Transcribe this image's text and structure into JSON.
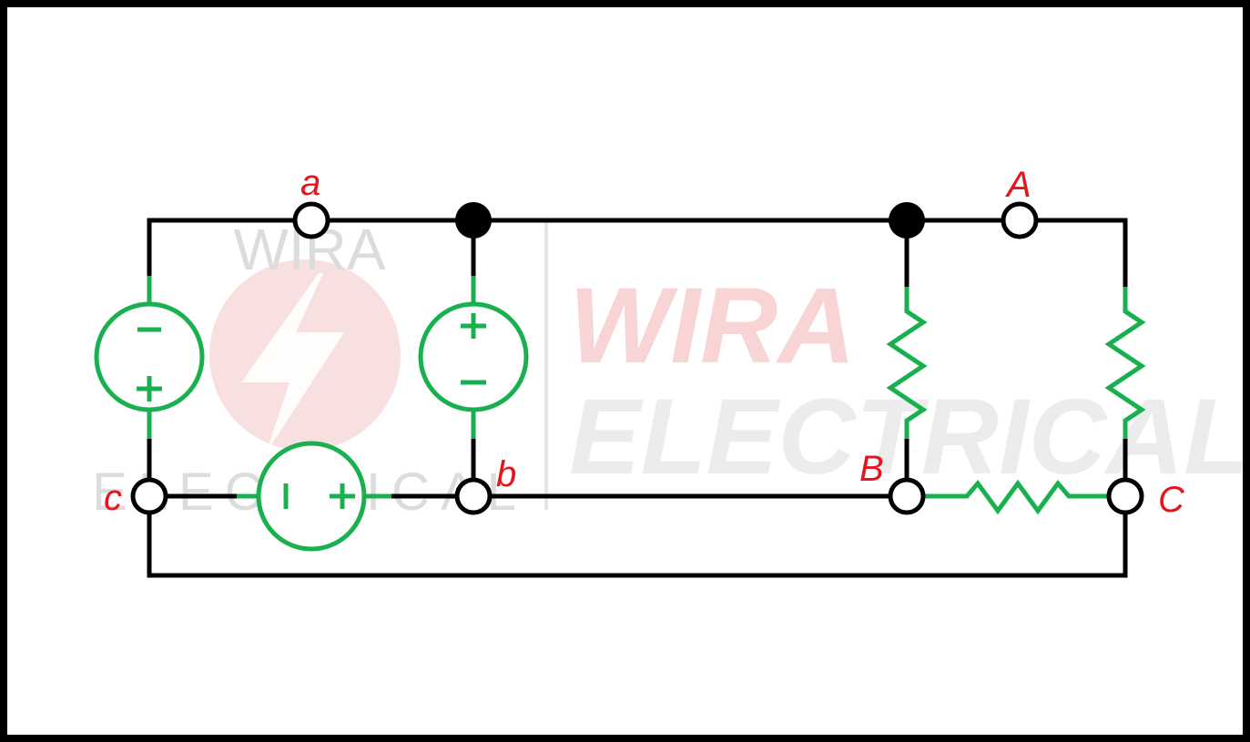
{
  "diagram": {
    "type": "circuit",
    "colors": {
      "frame": "#000000",
      "wire": "#000000",
      "component": "#1ab04f",
      "label": "#e8141b",
      "watermark_gray": "#d9d9d9",
      "watermark_red": "#f6c9c9"
    },
    "node_labels": {
      "a": "a",
      "b": "b",
      "c": "c",
      "A": "A",
      "B": "B",
      "C": "C"
    },
    "sources": [
      {
        "id": "left-source",
        "top_sign": "−",
        "bottom_sign": "+"
      },
      {
        "id": "middle-source",
        "top_sign": "+",
        "bottom_sign": "−"
      },
      {
        "id": "bottom-source",
        "left_sign": "−",
        "right_sign": "+"
      }
    ],
    "resistors": [
      "resistor-B-vertical",
      "resistor-C-vertical",
      "resistor-BC-horizontal"
    ],
    "watermark": {
      "logo_text_top": "WIRA",
      "logo_text_bottom": "ELECTRICAL",
      "big_line1": "WIRA",
      "big_line2": "ELECTRICAL"
    }
  }
}
